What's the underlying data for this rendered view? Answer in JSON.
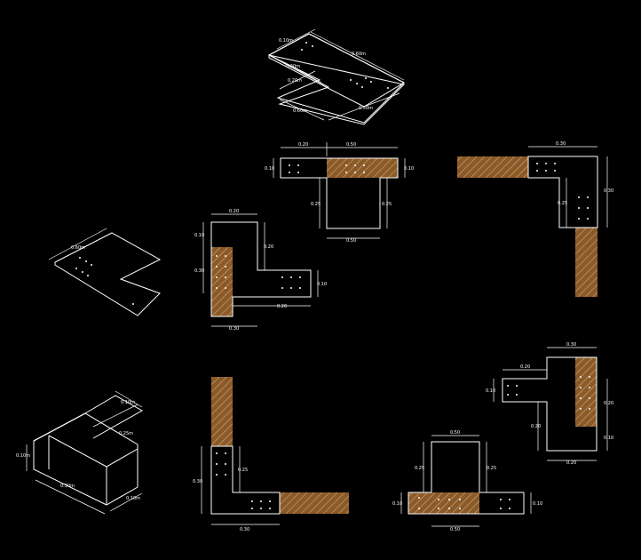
{
  "colors": {
    "background": "#000000",
    "line": "#ffffff",
    "hatch_bg": "#8a5a2a",
    "hatch_line": "#d8a868"
  },
  "iso_top": {
    "d1": "0.10m",
    "d2": "0.60m",
    "d3": "0.20m",
    "d4": "0.20m",
    "d5": "0.50m",
    "d6": "0.60m"
  },
  "iso_left": {
    "d1": "0.60m"
  },
  "iso_box": {
    "d1": "0.10m",
    "d2": "0.25m",
    "d3": "0.10m",
    "d4": "0.10m",
    "d5": "0.30m"
  },
  "plate_top_center": {
    "w_left": "0.20",
    "w_right": "0.50",
    "h_left": "0.10",
    "h_right": "0.10",
    "v_left": "0.25",
    "v_right": "0.25",
    "bottom": "0.50"
  },
  "plate_top_right": {
    "top": "0.30",
    "right": "0.30",
    "inner": "0.25"
  },
  "plate_mid_left": {
    "top": "0.20",
    "left_top": "0.10",
    "left": "0.30",
    "right_top": "0.20",
    "right": "0.10",
    "inner": "0.20",
    "bottom": "0.30"
  },
  "plate_bottom_left": {
    "left": "0.30",
    "inner": "0.25",
    "bottom": "0.30"
  },
  "plate_bottom_center": {
    "top": "0.50",
    "left": "0.25",
    "right": "0.25",
    "side_left": "0.10",
    "side_right": "0.10",
    "bottom": "0.50"
  },
  "plate_bottom_right": {
    "top": "0.30",
    "left": "0.20",
    "left_top": "0.10",
    "v_left": "0.20",
    "right": "0.20",
    "right_bottom": "0.10",
    "bottom": "0.20"
  }
}
